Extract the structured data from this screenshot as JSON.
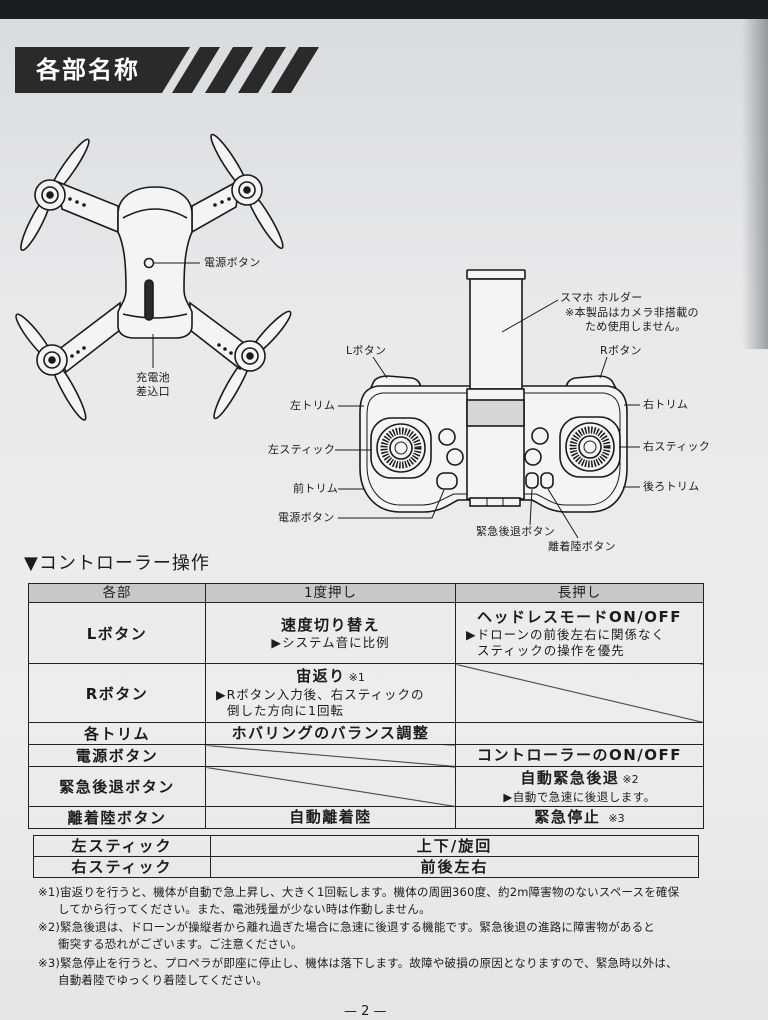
{
  "colors": {
    "banner": "#2a2a2a",
    "table_header": "#c6c8c9",
    "ink": "#1c1c1c",
    "paper": "#e9ebed"
  },
  "header": {
    "title": "各部名称"
  },
  "drone": {
    "power_button_label": "電源ボタン",
    "battery_slot_label_line1": "充電池",
    "battery_slot_label_line2": "差込口"
  },
  "controller": {
    "phone_holder_label": "スマホ ホルダー",
    "phone_holder_note_line1": "※本製品はカメラ非搭載の",
    "phone_holder_note_line2": "ため使用しません。",
    "l_button": "Lボタン",
    "r_button": "Rボタン",
    "left_trim": "左トリム",
    "right_trim": "右トリム",
    "left_stick": "左スティック",
    "right_stick": "右スティック",
    "front_trim": "前トリム",
    "rear_trim": "後ろトリム",
    "power_button": "電源ボタン",
    "emergency_back_button": "緊急後退ボタン",
    "takeoff_landing_button": "離着陸ボタン"
  },
  "section_title": "▼コントローラー操作",
  "operations_table": {
    "headers": [
      "各部",
      "1度押し",
      "長押し"
    ],
    "rows": [
      {
        "part": "Lボタン",
        "short_press": {
          "main": "速度切り替え",
          "notes": [
            "▶システム音に比例"
          ]
        },
        "long_press": {
          "main": "ヘッドレスモードON/OFF",
          "notes": [
            "▶ドローンの前後左右に関係なく",
            "スティックの操作を優先"
          ]
        }
      },
      {
        "part": "Rボタン",
        "short_press": {
          "main": "宙返り",
          "ref": "※1",
          "notes": [
            "▶Rボタン入力後、右スティックの",
            "倒した方向に1回転"
          ]
        },
        "long_press": {
          "na": true
        }
      },
      {
        "part": "各トリム",
        "short_press": {
          "main": "ホバリングのバランス調整"
        },
        "long_press": null
      },
      {
        "part": "電源ボタン",
        "short_press": {
          "na": true
        },
        "long_press": {
          "main": "コントローラーのON/OFF"
        }
      },
      {
        "part": "緊急後退ボタン",
        "short_press": {
          "na": true
        },
        "long_press": {
          "main": "自動緊急後退",
          "ref": "※2",
          "notes": [
            "▶自動で急速に後退します。"
          ]
        }
      },
      {
        "part": "離着陸ボタン",
        "short_press": {
          "main": "自動離着陸"
        },
        "long_press": {
          "main": "緊急停止",
          "ref": "※3"
        }
      }
    ]
  },
  "sticks_table": {
    "rows": [
      {
        "part": "左スティック",
        "function": "上下/旋回"
      },
      {
        "part": "右スティック",
        "function": "前後左右"
      }
    ]
  },
  "footnotes": [
    {
      "line1": "※1)宙返りを行うと、機体が自動で急上昇し、大きく1回転します。機体の周囲360度、約2m障害物のないスペースを確保",
      "line2": "してから行ってください。また、電池残量が少ない時は作動しません。"
    },
    {
      "line1": "※2)緊急後退は、ドローンが操縦者から離れ過ぎた場合に急速に後退する機能です。緊急後退の進路に障害物があると",
      "line2": "衝突する恐れがございます。ご注意ください。"
    },
    {
      "line1": "※3)緊急停止を行うと、プロペラが即座に停止し、機体は落下します。故障や破損の原因となりますので、緊急時以外は、",
      "line2": "自動着陸でゆっくり着陸してください。"
    }
  ],
  "page_number": "— 2 —"
}
